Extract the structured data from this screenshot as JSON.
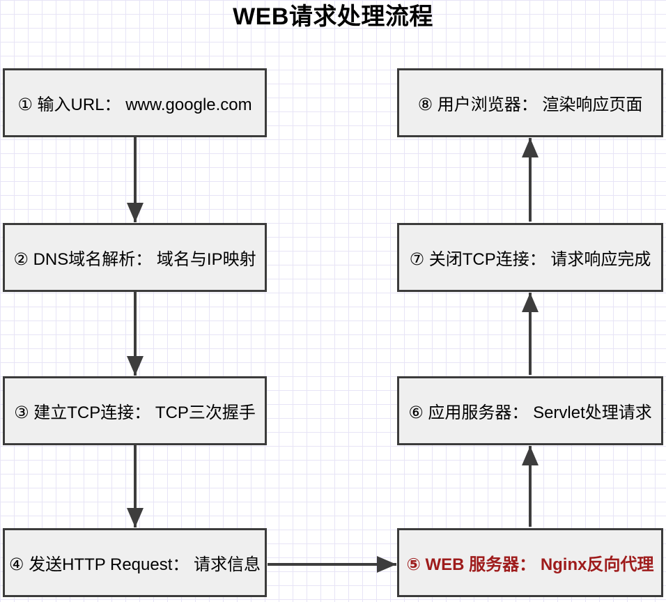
{
  "title": "WEB请求处理流程",
  "nodes": [
    {
      "step": "①",
      "label": "① 输入URL： www.google.com",
      "column": "left",
      "row": 1,
      "emphasis": false
    },
    {
      "step": "②",
      "label": "② DNS域名解析： 域名与IP映射",
      "column": "left",
      "row": 2,
      "emphasis": false
    },
    {
      "step": "③",
      "label": "③ 建立TCP连接： TCP三次握手",
      "column": "left",
      "row": 3,
      "emphasis": false
    },
    {
      "step": "④",
      "label": "④ 发送HTTP Request： 请求信息",
      "column": "left",
      "row": 4,
      "emphasis": false
    },
    {
      "step": "⑤",
      "label": "⑤ WEB 服务器： Nginx反向代理",
      "column": "right",
      "row": 4,
      "emphasis": true,
      "color": "#9e1b1b"
    },
    {
      "step": "⑥",
      "label": "⑥ 应用服务器： Servlet处理请求",
      "column": "right",
      "row": 3,
      "emphasis": false
    },
    {
      "step": "⑦",
      "label": "⑦ 关闭TCP连接： 请求响应完成",
      "column": "right",
      "row": 2,
      "emphasis": false
    },
    {
      "step": "⑧",
      "label": "⑧ 用户浏览器： 渲染响应页面",
      "column": "right",
      "row": 1,
      "emphasis": false
    }
  ],
  "arrows": [
    {
      "from": 1,
      "to": 2,
      "direction": "down"
    },
    {
      "from": 2,
      "to": 3,
      "direction": "down"
    },
    {
      "from": 3,
      "to": 4,
      "direction": "down"
    },
    {
      "from": 4,
      "to": 5,
      "direction": "right"
    },
    {
      "from": 5,
      "to": 6,
      "direction": "up"
    },
    {
      "from": 6,
      "to": 7,
      "direction": "up"
    },
    {
      "from": 7,
      "to": 8,
      "direction": "up"
    }
  ],
  "colors": {
    "background": "#ffffff",
    "grid_line": "#e7e4f6",
    "node_fill": "#efefef",
    "node_border": "#3b3b3b",
    "node_text": "#000000",
    "emphasis_text": "#9e1b1b",
    "arrow": "#3d3d3d",
    "title_text": "#000000"
  }
}
